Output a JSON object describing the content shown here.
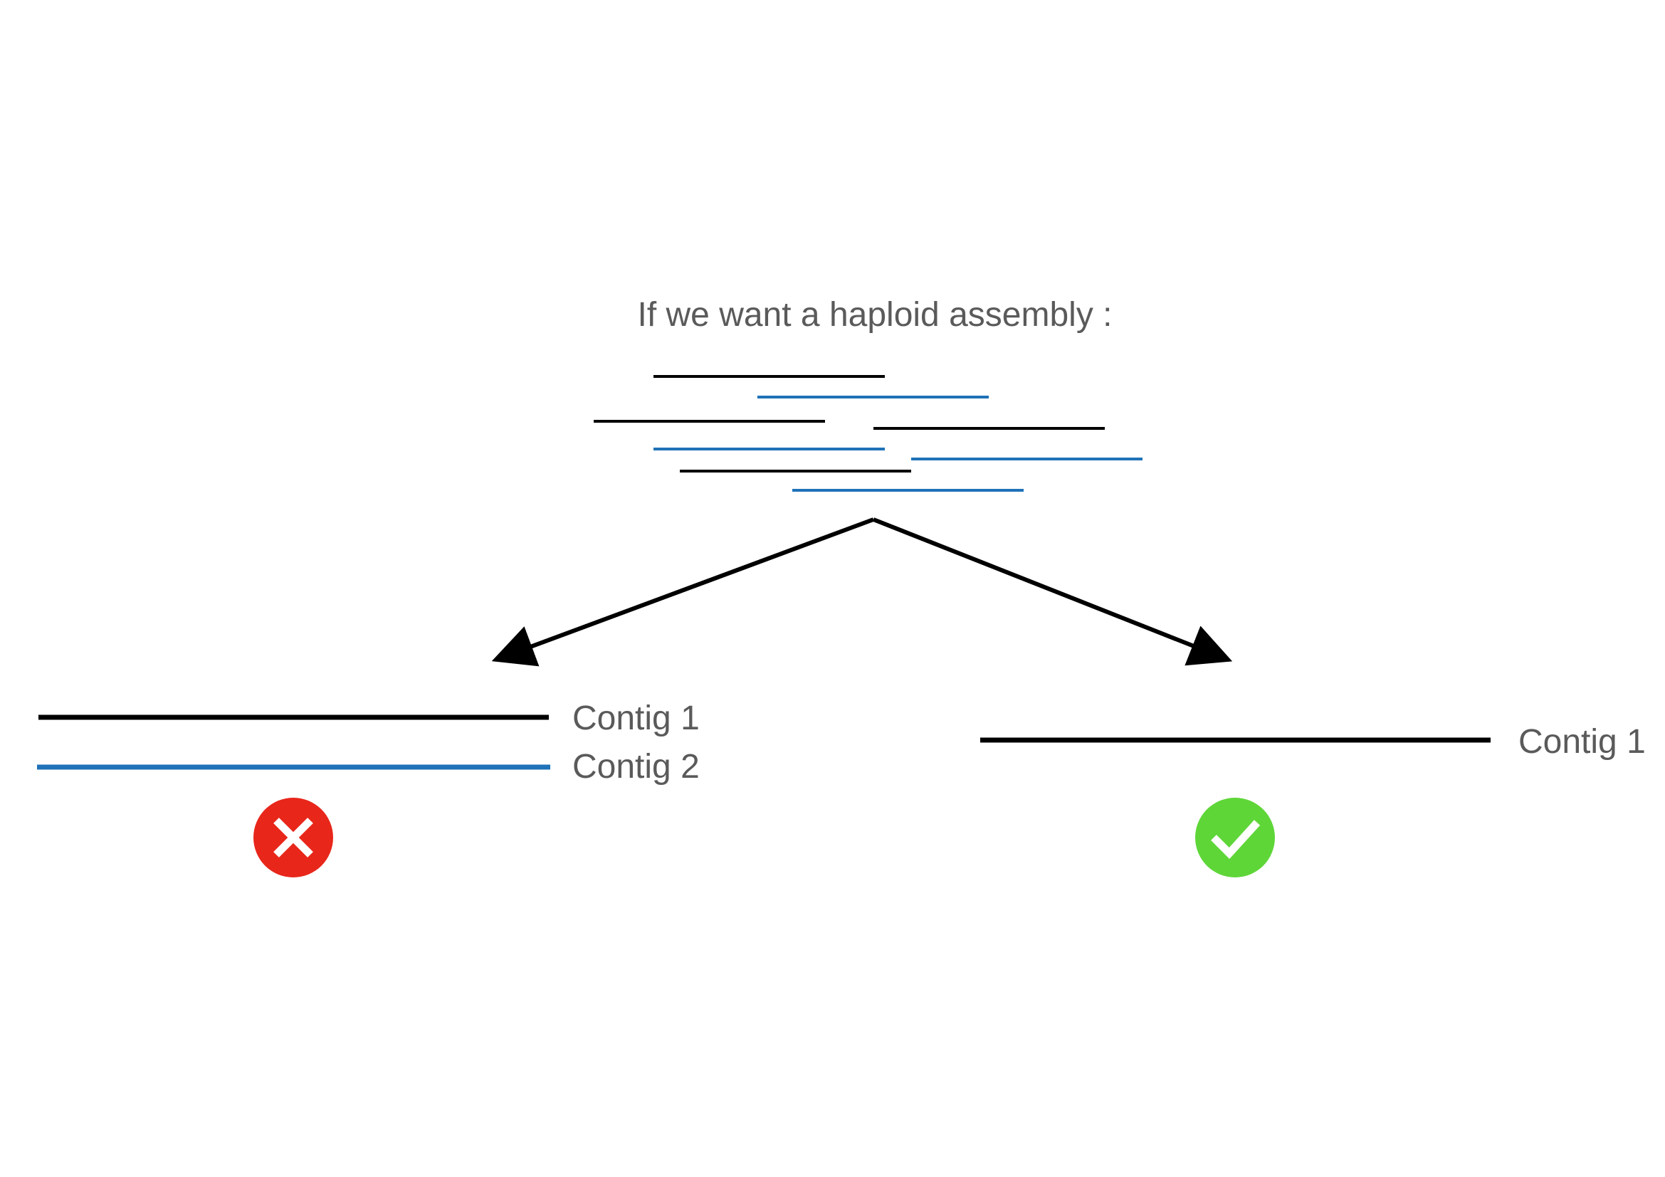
{
  "title": "If we want a haploid assembly :",
  "colors": {
    "haplotype_a": "#000000",
    "haplotype_b": "#1f72b8",
    "wrong": "#e8261a",
    "correct": "#5ed638",
    "text": "#5a5a5a"
  },
  "reads": [
    {
      "haplotype": "a"
    },
    {
      "haplotype": "b"
    },
    {
      "haplotype": "a"
    },
    {
      "haplotype": "a"
    },
    {
      "haplotype": "b"
    },
    {
      "haplotype": "b"
    },
    {
      "haplotype": "a"
    },
    {
      "haplotype": "b"
    }
  ],
  "left_outcome": {
    "contigs": [
      {
        "label": "Contig 1",
        "haplotype": "a"
      },
      {
        "label": "Contig 2",
        "haplotype": "b"
      }
    ],
    "verdict": "incorrect",
    "icon": "cross-icon"
  },
  "right_outcome": {
    "contigs": [
      {
        "label": "Contig 1",
        "haplotype": "a"
      }
    ],
    "verdict": "correct",
    "icon": "check-icon"
  }
}
